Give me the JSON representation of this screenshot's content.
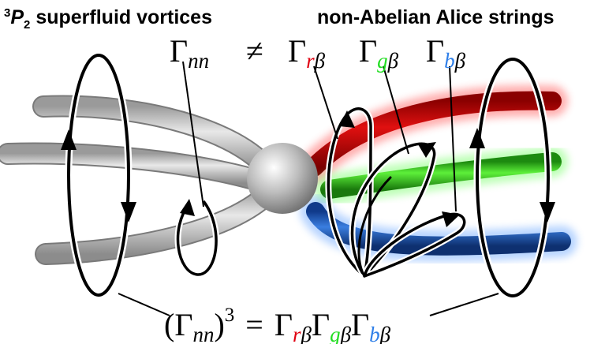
{
  "headers": {
    "left_pre_sup": "3",
    "left_P": "P",
    "left_sub": "2",
    "left_rest": " superfluid vortices",
    "right": "non-Abelian Alice strings"
  },
  "top_equation": {
    "gamma": "Γ",
    "nn": "nn",
    "neq": "≠",
    "r": "r",
    "g": "g",
    "b": "b",
    "beta": "β"
  },
  "bottom_equation": {
    "open": "(Γ",
    "nn": "nn",
    "close": ")",
    "power": "3",
    "eq": "=",
    "gamma": "Γ",
    "r": "r",
    "g": "g",
    "b": "b",
    "beta": "β"
  },
  "colors": {
    "red": "#e00010",
    "green": "#22dd22",
    "blue": "#2f7fe8",
    "red_tube": "#c80000",
    "green_tube": "#30c81a",
    "blue_tube": "#1c55b8",
    "gray_tube": "#bdbdbd"
  }
}
